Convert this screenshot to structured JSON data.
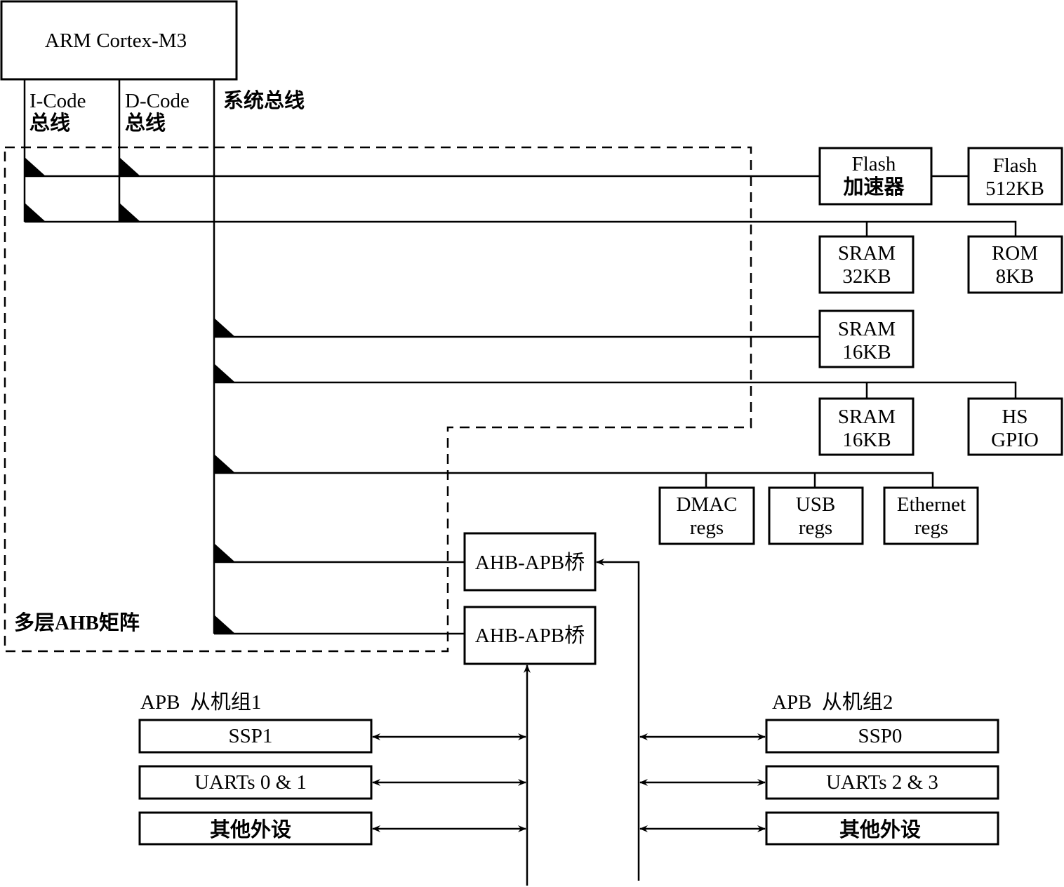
{
  "cpu": "ARM Cortex-M3",
  "buses": {
    "icode": [
      "I-Code",
      "总线"
    ],
    "dcode": [
      "D-Code",
      "总线"
    ],
    "system": "系统总线"
  },
  "matrix_label": "多层AHB矩阵",
  "memory": {
    "flash_accel": [
      "Flash",
      "加速器"
    ],
    "flash": [
      "Flash",
      "512KB"
    ],
    "sram32": [
      "SRAM",
      "32KB"
    ],
    "rom": [
      "ROM",
      "8KB"
    ],
    "sram16a": [
      "SRAM",
      "16KB"
    ],
    "sram16b": [
      "SRAM",
      "16KB"
    ],
    "hsgpio": [
      "HS",
      "GPIO"
    ],
    "dmac": [
      "DMAC",
      "regs"
    ],
    "usb": [
      "USB",
      "regs"
    ],
    "ethernet": [
      "Ethernet",
      "regs"
    ]
  },
  "bridges": [
    "AHB-APB桥",
    "AHB-APB桥"
  ],
  "apb_group1": {
    "title": "APB  从机组1",
    "items": [
      "SSP1",
      "UARTs 0 & 1",
      "其他外设"
    ]
  },
  "apb_group2": {
    "title": "APB  从机组2",
    "items": [
      "SSP0",
      "UARTs 2 & 3",
      "其他外设"
    ]
  }
}
